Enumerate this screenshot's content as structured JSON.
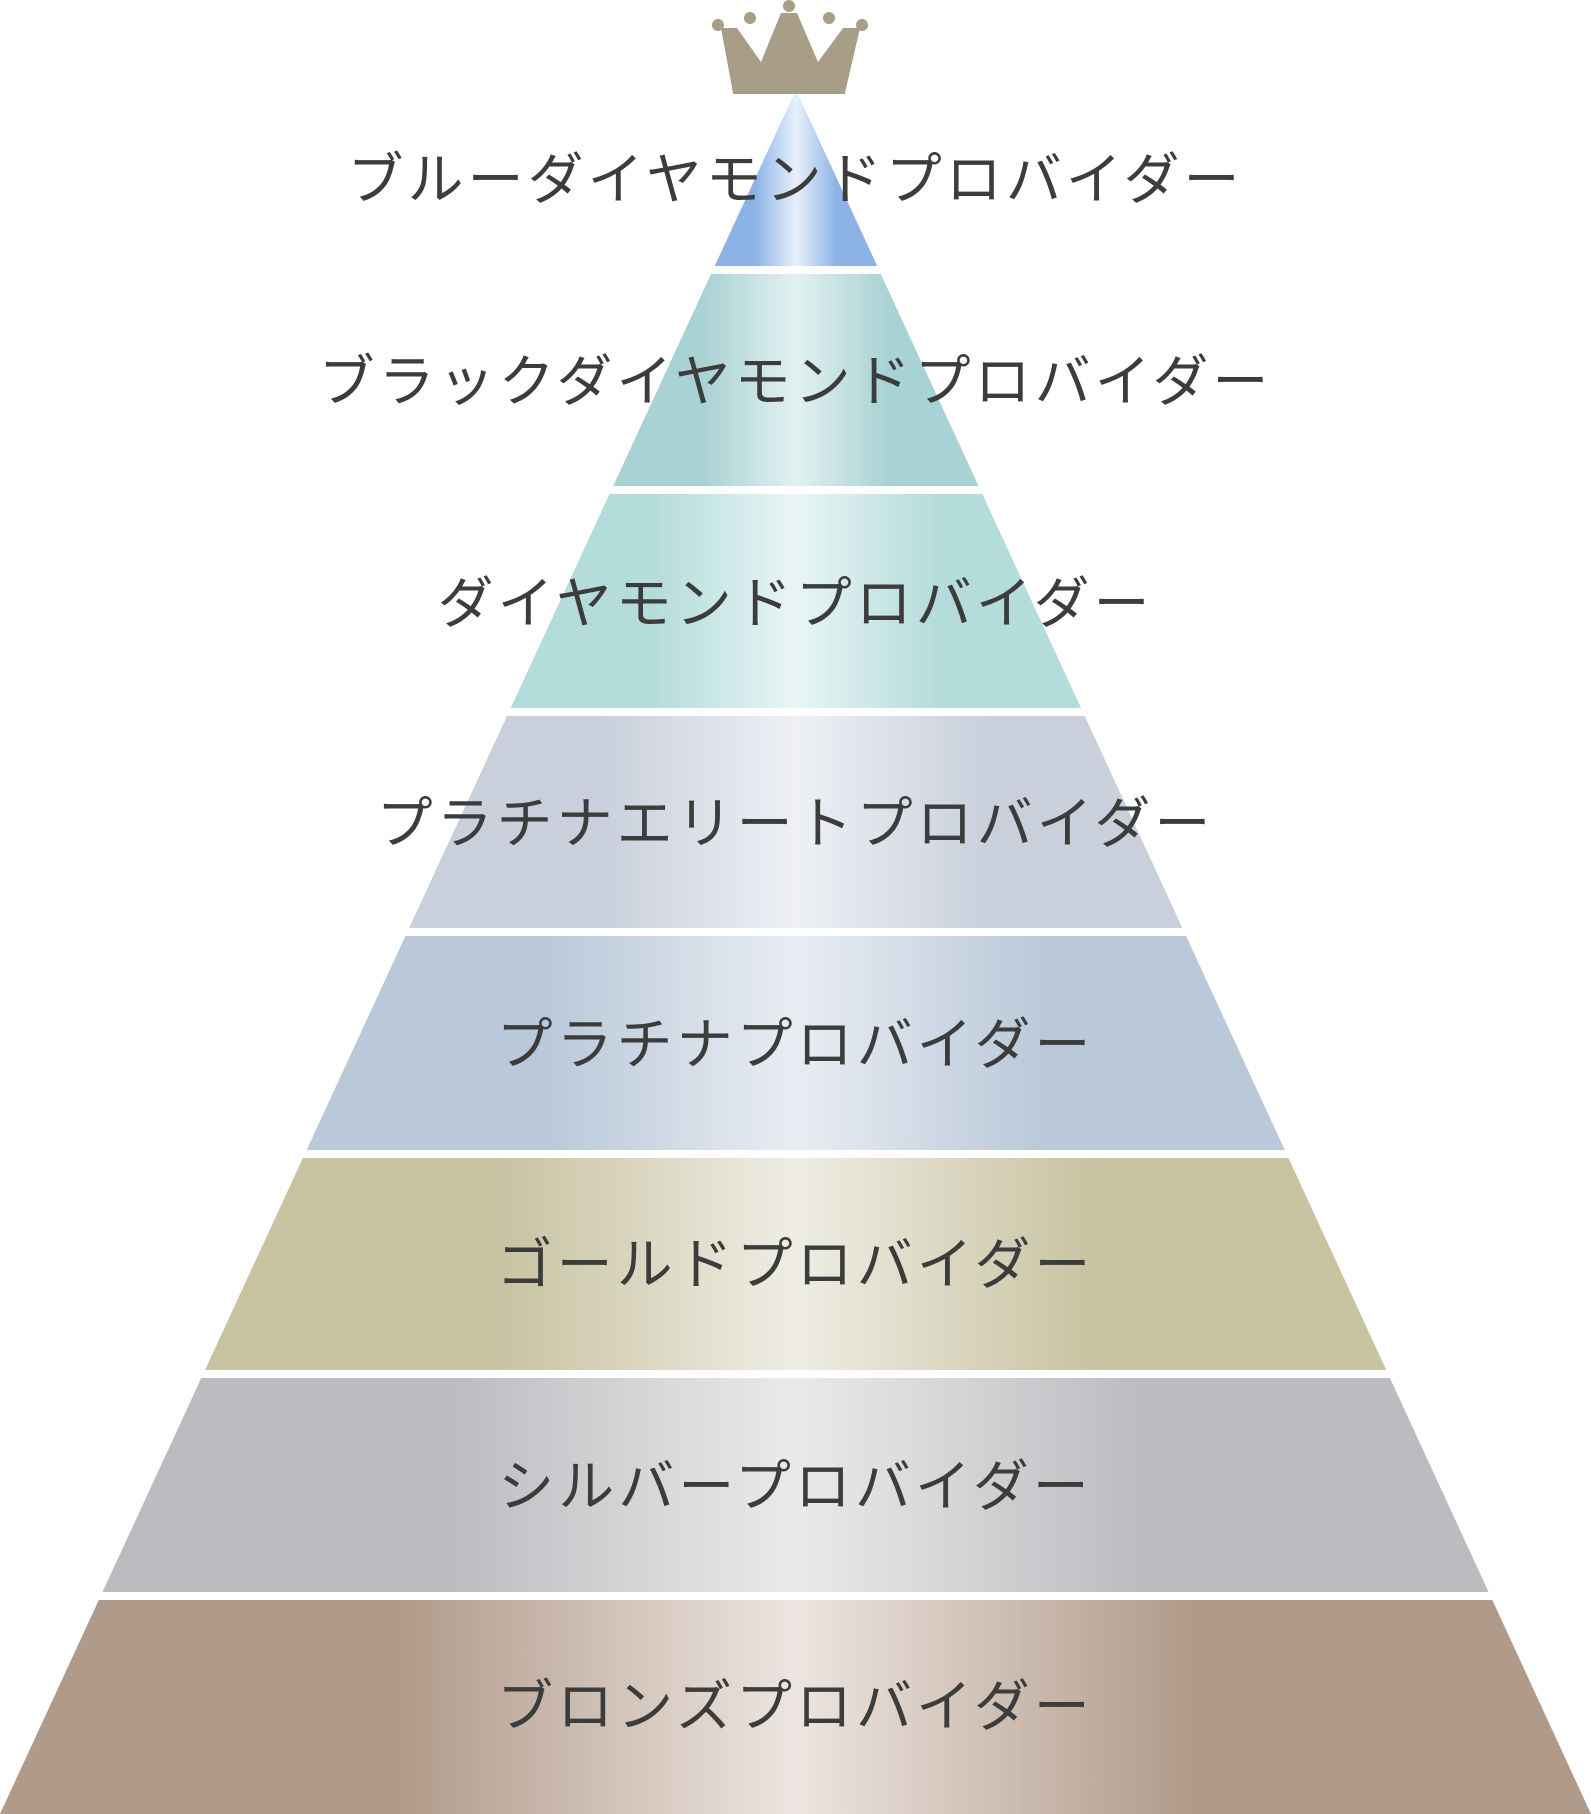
{
  "colors": {
    "crown": "#a89d86",
    "background": "#ffffff",
    "label_text": "#3c3c3c",
    "separator": "#ffffff"
  },
  "crown": {
    "icon": "crown-icon"
  },
  "tiers": [
    {
      "label": "ブルーダイヤモンドプロバイダー",
      "edge": "#8db3e6",
      "mid": "#e8f1fb"
    },
    {
      "label": "ブラックダイヤモンドプロバイダー",
      "edge": "#a9d2d4",
      "mid": "#e3f1f1"
    },
    {
      "label": "ダイヤモンドプロバイダー",
      "edge": "#b4dcdb",
      "mid": "#e9f5f5"
    },
    {
      "label": "プラチナエリートプロバイダー",
      "edge": "#c9d0dc",
      "mid": "#eef0f4"
    },
    {
      "label": "プラチナプロバイダー",
      "edge": "#bac9d9",
      "mid": "#e9edf3"
    },
    {
      "label": "ゴールドプロバイダー",
      "edge": "#c8c3a1",
      "mid": "#eeede4"
    },
    {
      "label": "シルバープロバイダー",
      "edge": "#babcbf",
      "mid": "#e9eaeb"
    },
    {
      "label": "ブロンズプロバイダー",
      "edge": "#b09a89",
      "mid": "#ede5e0"
    }
  ]
}
